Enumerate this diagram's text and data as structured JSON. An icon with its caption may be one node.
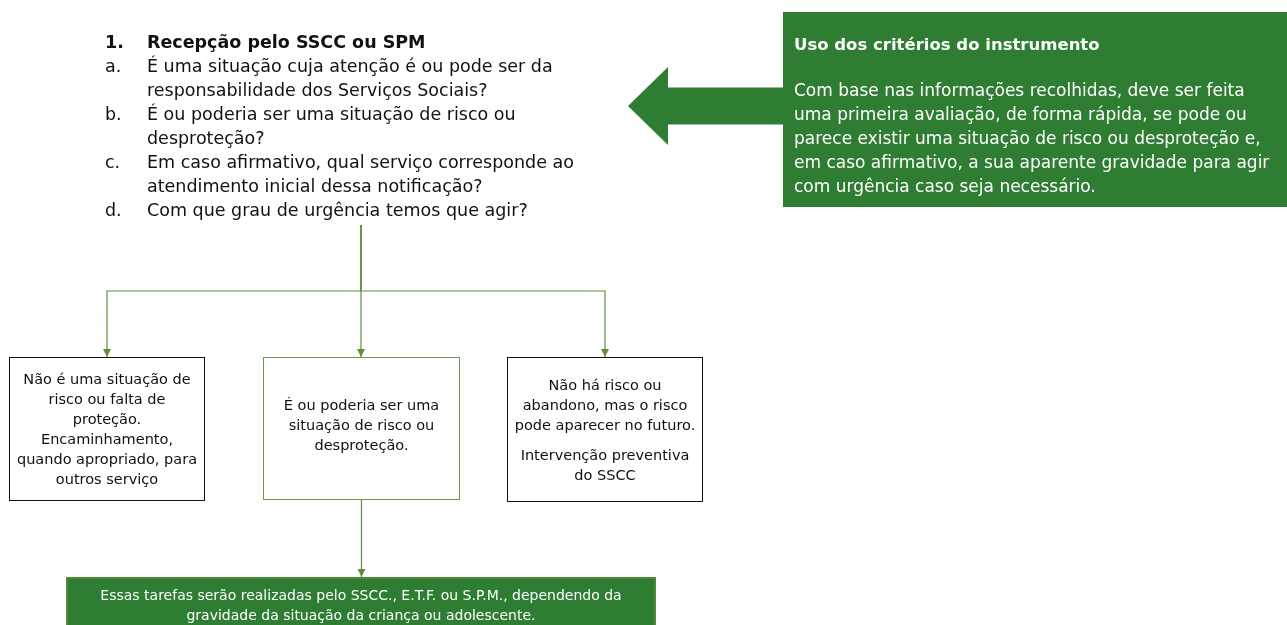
{
  "diagram": {
    "nodes": [
      {
        "text": [
          "1.",
          "Recepção pelo SSCC ou SPM",
          "a.",
          "É uma situação cuja atenção é ou pode ser da responsabilidade dos Serviços Sociais?",
          "b.",
          "É ou poderia ser uma situação de risco ou desproteção?",
          "c.",
          "Em caso afirmativo, qual serviço corresponde ao atendimento inicial dessa notificação?",
          "d.",
          "Com que grau de urgência temos que agir?"
        ]
      },
      {
        "text": [
          "Uso dos critérios do instrumento",
          "Com base nas informações recolhidas, deve ser feita uma primeira avaliação, de forma rápida, se pode ou parece existir uma situação de risco ou desproteção e, em caso afirmativo, a sua aparente gravidade para agir com urgência caso seja necessário."
        ]
      },
      {
        "text": [
          "Não é uma situação de risco ou falta de proteção. Encaminhamento, quando apropriado, para outros serviço"
        ]
      },
      {
        "text": [
          "É ou poderia ser uma situação de risco ou desproteção."
        ]
      },
      {
        "text": [
          "Não há risco ou abandono, mas o risco pode aparecer no futuro.",
          "Intervenção preventiva do SSCC"
        ]
      },
      {
        "text": [
          "Essas tarefas serão realizadas pelo SSCC., E.T.F. ou S.P.M., dependendo da gravidade da situação da criança ou adolescente."
        ]
      }
    ],
    "edges": [
      {
        "from": 1,
        "to": 0,
        "arrow": "to",
        "style": "thick",
        "color": "#2e7d32"
      },
      {
        "from": 0,
        "to": 2,
        "arrow": "to"
      },
      {
        "from": 0,
        "to": 3,
        "arrow": "to"
      },
      {
        "from": 0,
        "to": 4,
        "arrow": "to"
      },
      {
        "from": 3,
        "to": 5,
        "arrow": "to"
      }
    ]
  }
}
